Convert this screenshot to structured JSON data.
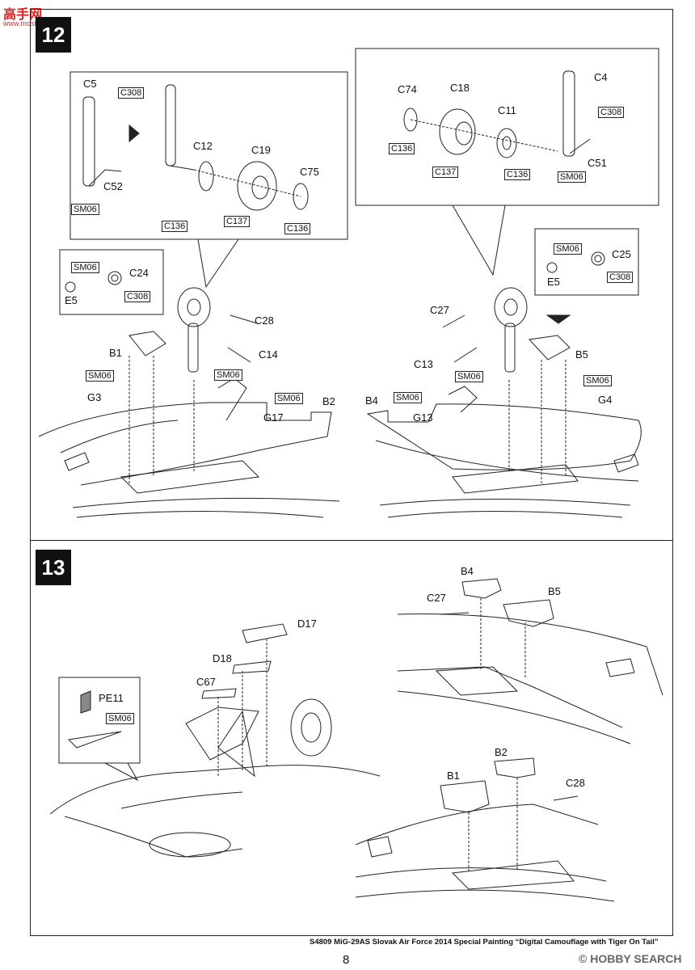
{
  "watermark": {
    "logo_text": "高手网",
    "site": "www.moshi.com.cn",
    "brand": "© HOBBY SEARCH"
  },
  "steps": {
    "step12": "12",
    "step13": "13"
  },
  "step12": {
    "left_inset": {
      "C5": "C5",
      "C308": "C308",
      "C52": "C52",
      "SM06": "SM06",
      "C12": "C12",
      "C19": "C19",
      "C75": "C75",
      "C136a": "C136",
      "C137": "C137",
      "C136b": "C136"
    },
    "right_inset": {
      "C74": "C74",
      "C18": "C18",
      "C11": "C11",
      "C4": "C4",
      "C308": "C308",
      "C136a": "C136",
      "C137": "C137",
      "C136b": "C136",
      "C51": "C51",
      "SM06": "SM06"
    },
    "left_small": {
      "SM06": "SM06",
      "C24": "C24",
      "E5": "E5",
      "C308": "C308"
    },
    "right_small": {
      "SM06": "SM06",
      "C25": "C25",
      "E5": "E5",
      "C308": "C308"
    },
    "left_parts": {
      "B1": "B1",
      "SM06a": "SM06",
      "G3": "G3",
      "C28": "C28",
      "C14": "C14",
      "SM06b": "SM06",
      "SM06c": "SM06",
      "G17": "G17",
      "B2": "B2"
    },
    "right_parts": {
      "C27": "C27",
      "C13": "C13",
      "SM06a": "SM06",
      "B4": "B4",
      "SM06b": "SM06",
      "G13": "G13",
      "B5": "B5",
      "SM06c": "SM06",
      "G4": "G4"
    }
  },
  "step13": {
    "D17": "D17",
    "D18": "D18",
    "C67": "C67",
    "PE11": "PE11",
    "SM06": "SM06",
    "B4": "B4",
    "C27": "C27",
    "B5": "B5",
    "B2": "B2",
    "B1": "B1",
    "C28": "C28"
  },
  "footer": {
    "caption": "S4809 MiG-29AS  Slovak Air Force 2014 Special Painting “Digital Camouflage with Tiger On Tail”",
    "page_number": "8"
  }
}
